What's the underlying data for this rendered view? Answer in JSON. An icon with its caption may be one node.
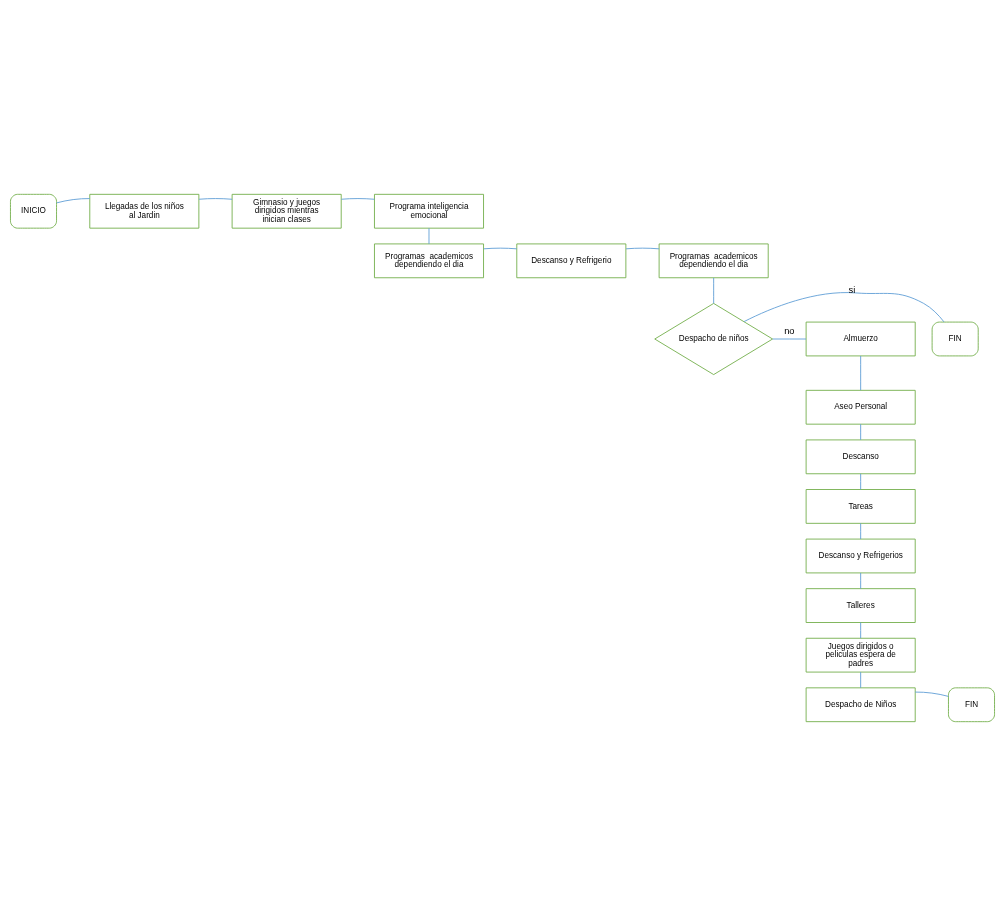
{
  "diagram": {
    "nodes": [
      {
        "text": [
          "INICIO"
        ]
      },
      {
        "text": [
          "Llegadas de los niños al Jardin"
        ]
      },
      {
        "text": [
          "Gimnasio y juegos dirigidos mientras inician clases"
        ]
      },
      {
        "text": [
          "Programa inteligencia emocional"
        ]
      },
      {
        "text": [
          "Programas  academicos dependiendo el dia"
        ]
      },
      {
        "text": [
          "Descanso y Refrigerio"
        ]
      },
      {
        "text": [
          "Programas  academicos dependiendo el dia"
        ]
      },
      {
        "text": [
          "FIN"
        ]
      },
      {
        "text": [
          "Despacho de niños"
        ]
      },
      {
        "text": [
          "Almuerzo"
        ]
      },
      {
        "text": [
          "Aseo Personal"
        ]
      },
      {
        "text": [
          "Descanso"
        ]
      },
      {
        "text": [
          "Tareas"
        ]
      },
      {
        "text": [
          "Descanso y Refrigerios"
        ]
      },
      {
        "text": [
          "Talleres"
        ]
      },
      {
        "text": [
          "Juegos dirigidos o peliculas espera de padres"
        ]
      },
      {
        "text": [
          "FIN"
        ]
      },
      {
        "text": [
          "Despacho de Niños"
        ]
      }
    ],
    "edges": [
      {
        "from": 0,
        "to": 1,
        "arrow": "none"
      },
      {
        "from": 1,
        "to": 2,
        "arrow": "none"
      },
      {
        "from": 2,
        "to": 3,
        "arrow": "none"
      },
      {
        "from": 3,
        "to": 6,
        "arrow": "none"
      },
      {
        "from": 6,
        "to": 5,
        "arrow": "none"
      },
      {
        "from": 5,
        "to": 4,
        "arrow": "none"
      },
      {
        "from": 4,
        "to": 8,
        "arrow": "none"
      },
      {
        "from": 8,
        "to": 7,
        "arrow": "none",
        "label": "si"
      },
      {
        "from": 8,
        "to": 9,
        "arrow": "none",
        "label": "no"
      },
      {
        "from": 9,
        "to": 10,
        "arrow": "none"
      },
      {
        "from": 10,
        "to": 11,
        "arrow": "none"
      },
      {
        "from": 11,
        "to": 12,
        "arrow": "none"
      },
      {
        "from": 12,
        "to": 13,
        "arrow": "none"
      },
      {
        "from": 13,
        "to": 14,
        "arrow": "none"
      },
      {
        "from": 14,
        "to": 15,
        "arrow": "none"
      },
      {
        "from": 15,
        "to": 17,
        "arrow": "none"
      },
      {
        "from": 17,
        "to": 16,
        "arrow": "none"
      }
    ]
  }
}
